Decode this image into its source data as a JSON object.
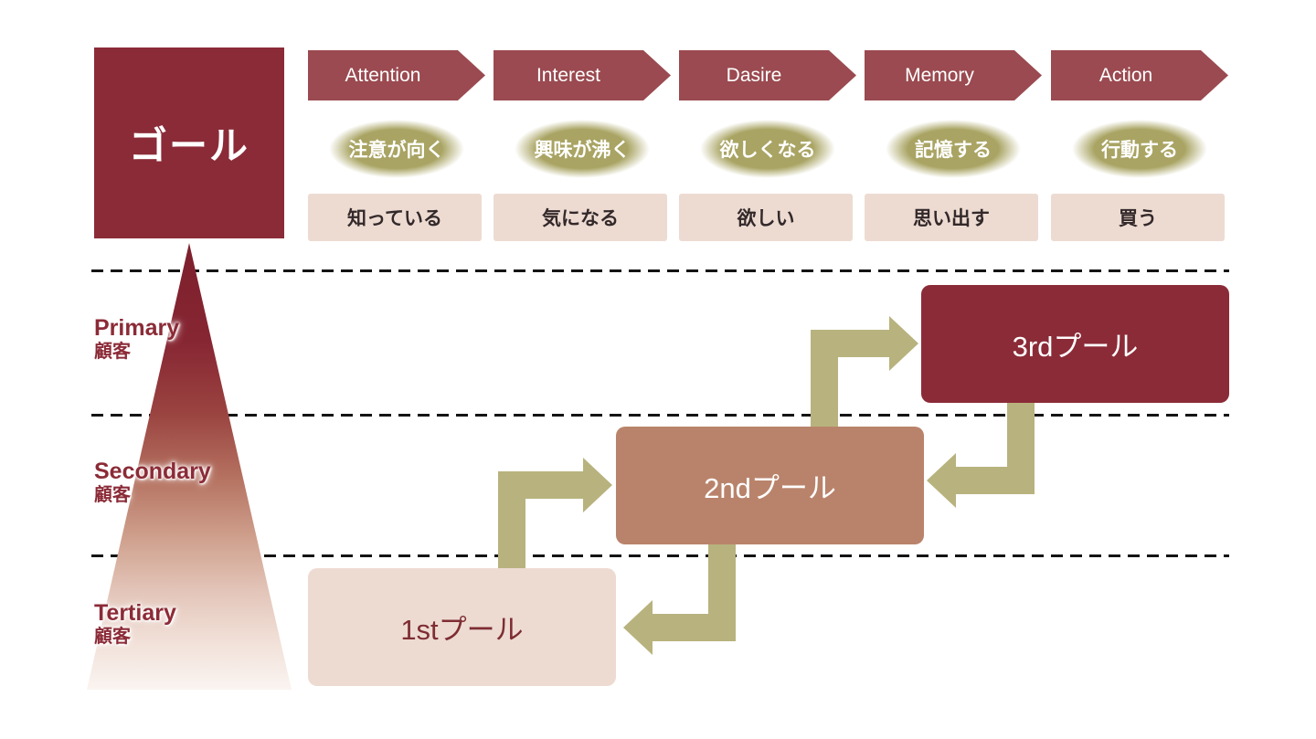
{
  "goal": {
    "label": "ゴール"
  },
  "stages": [
    {
      "name": "Attention",
      "feeling": "注意が向く",
      "state": "知っている"
    },
    {
      "name": "Interest",
      "feeling": "興味が沸く",
      "state": "気になる"
    },
    {
      "name": "Dasire",
      "feeling": "欲しくなる",
      "state": "欲しい"
    },
    {
      "name": "Memory",
      "feeling": "記憶する",
      "state": "思い出す"
    },
    {
      "name": "Action",
      "feeling": "行動する",
      "state": "買う"
    }
  ],
  "tiers": [
    {
      "en": "Primary",
      "jp": "顧客"
    },
    {
      "en": "Secondary",
      "jp": "顧客"
    },
    {
      "en": "Tertiary",
      "jp": "顧客"
    }
  ],
  "pools": [
    {
      "label": "3rdプール"
    },
    {
      "label": "2ndプール"
    },
    {
      "label": "1stプール"
    }
  ],
  "colors": {
    "maroon": "#8b2b37",
    "chevron": "#9a4a50",
    "olive": "#a9a463",
    "pink": "#eddbd2",
    "tan": "#b9836b",
    "arrow": "#b8b37e",
    "dark_text": "#33292a",
    "pool1_text": "#7e2d33"
  }
}
